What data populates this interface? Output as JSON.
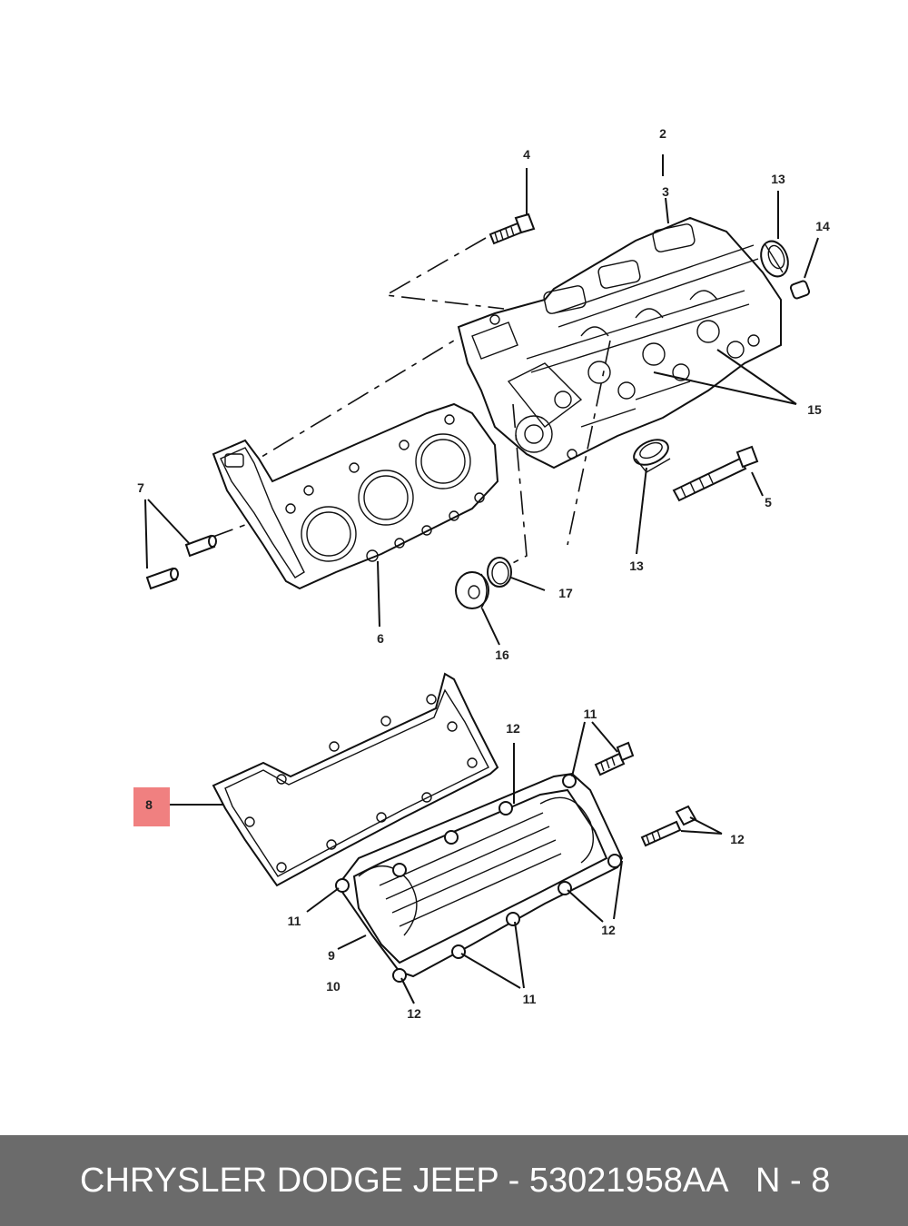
{
  "diagram": {
    "callouts": {
      "c2": "2",
      "c3": "3",
      "c4": "4",
      "c5": "5",
      "c6": "6",
      "c7": "7",
      "c8": "8",
      "c9": "9",
      "c10": "10",
      "c11a": "11",
      "c11b": "11",
      "c11c": "11",
      "c12a": "12",
      "c12b": "12",
      "c12c": "12",
      "c12d": "12",
      "c13a": "13",
      "c13b": "13",
      "c14": "14",
      "c15": "15",
      "c16": "16",
      "c17": "17"
    },
    "highlight_color": "#f08080"
  },
  "footer": {
    "title": "CHRYSLER DODGE JEEP - 53021958AA",
    "page": "N - 8",
    "background": "#6b6b6b"
  }
}
